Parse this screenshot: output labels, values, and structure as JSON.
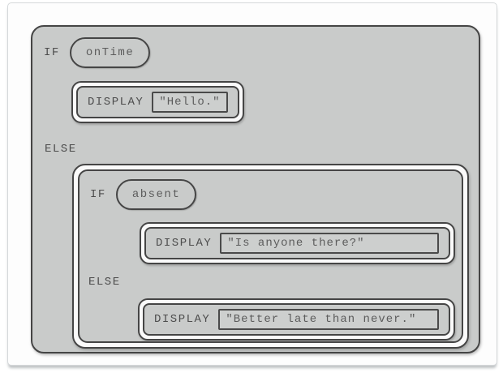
{
  "block": {
    "if_keyword": "IF",
    "condition": "onTime",
    "then": {
      "display_keyword": "DISPLAY",
      "string": "\"Hello.\""
    },
    "else_keyword": "ELSE",
    "else_block": {
      "if_keyword": "IF",
      "condition": "absent",
      "then": {
        "display_keyword": "DISPLAY",
        "string": "\"Is anyone there?\""
      },
      "else_keyword": "ELSE",
      "else": {
        "display_keyword": "DISPLAY",
        "string": "\"Better late than never.\""
      }
    }
  },
  "colors": {
    "block_fill": "#c9cbca",
    "outline": "#454545",
    "ring_fill": "#fafafa",
    "string_box_fill": "#cdcfce",
    "keyword_text": "#4d4d4d",
    "value_text": "#5c5c5c",
    "page_background": "#fdfdfd",
    "page_border": "#d5d8da"
  }
}
